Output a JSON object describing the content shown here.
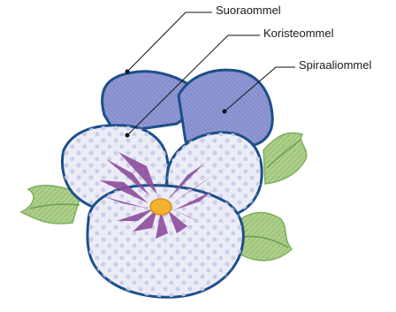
{
  "callouts": {
    "straight_stitch": "Suoraommel",
    "decorative_stitch": "Koristeommel",
    "spiral_stitch": "Spiraaliommel"
  },
  "colors": {
    "upper_petal": "#8f97d3",
    "lower_petal": "#ececf7",
    "petal_outline": "#1c4f8a",
    "center_marks": "#8e4d9c",
    "flower_center": "#f2b230",
    "leaf": "#a9cf86",
    "leaf_vein": "#6d9e50"
  }
}
